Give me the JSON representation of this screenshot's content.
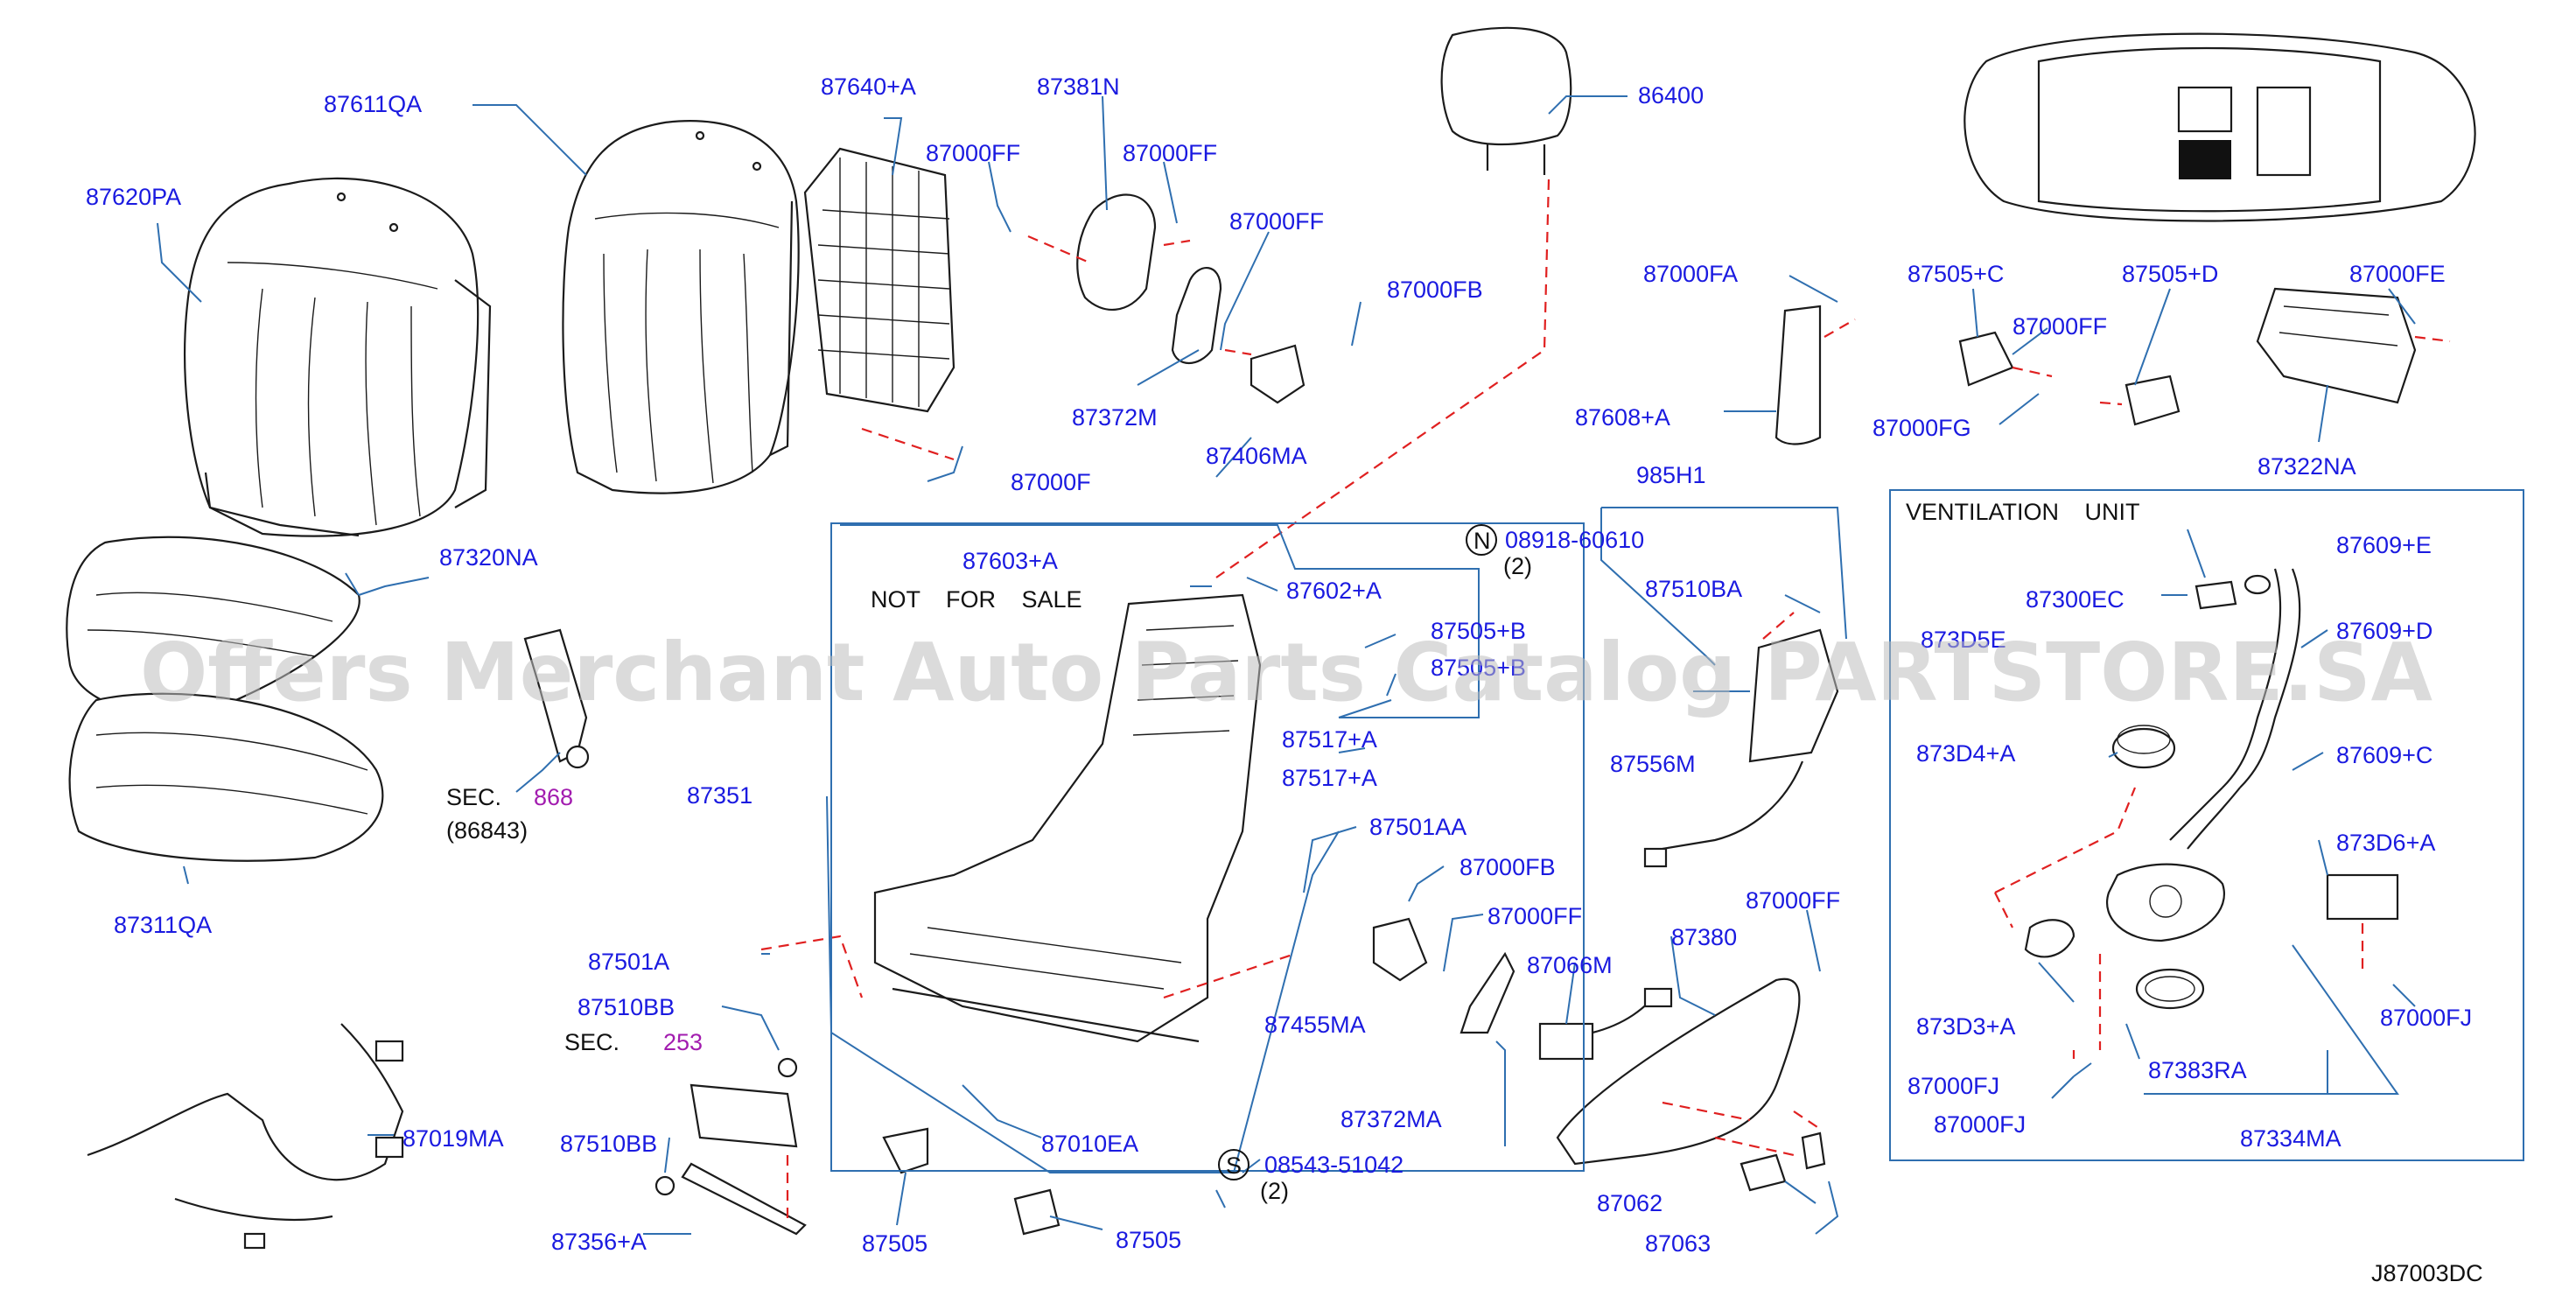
{
  "diagram_id": "J87003DC",
  "watermark": "Offers Merchant Auto Parts Catalog PARTSTORE.SA",
  "notes": {
    "not_for_sale": "NOT FOR SALE",
    "ventilation_unit": "VENTILATION UNIT",
    "sec_label": "SEC.",
    "sec_868": "868",
    "sec_868_sub": "(86843)",
    "sec_253": "253",
    "n_symbol": "N",
    "s_symbol": "S",
    "qty_n": "(2)",
    "qty_s": "(2)"
  },
  "labels": {
    "l87611QA": "87611QA",
    "l87620PA": "87620PA",
    "l87640A": "87640+A",
    "l87381N": "87381N",
    "l87000FF_a": "87000FF",
    "l87000FF_b": "87000FF",
    "l87000FF_c": "87000FF",
    "l87000FB_a": "87000FB",
    "l87372M": "87372M",
    "l87406MA": "87406MA",
    "l87000F": "87000F",
    "l86400": "86400",
    "l87000FA": "87000FA",
    "l87505C": "87505+C",
    "l87505D": "87505+D",
    "l87000FE": "87000FE",
    "l87000FF_d": "87000FF",
    "l87608A": "87608+A",
    "l87000FG": "87000FG",
    "l87322NA": "87322NA",
    "l985H1": "985H1",
    "l87320NA": "87320NA",
    "l08918": "08918-60610",
    "l87603A": "87603+A",
    "l87602A": "87602+A",
    "l87510BA": "87510BA",
    "l87505B": "87505+B",
    "l87505B2": "87505+B",
    "l87517A_a": "87517+A",
    "l87517A_b": "87517+A",
    "l87556M": "87556M",
    "l87351": "87351",
    "l87311QA": "87311QA",
    "l87501AA": "87501AA",
    "l87000FB_b": "87000FB",
    "l87000FF_e": "87000FF",
    "l87066M": "87066M",
    "l87380": "87380",
    "l87000FF_f": "87000FF",
    "l87501A": "87501A",
    "l87455MA": "87455MA",
    "l87510BB_a": "87510BB",
    "l87372MA": "87372MA",
    "l87019MA": "87019MA",
    "l87510BB_b": "87510BB",
    "l87010EA": "87010EA",
    "l08543": "08543-51042",
    "l87062": "87062",
    "l87356A": "87356+A",
    "l87505_a": "87505",
    "l87505_b": "87505",
    "l87063": "87063",
    "l87609E": "87609+E",
    "l87300EC": "87300EC",
    "l873D5E": "873D5E",
    "l87609D": "87609+D",
    "l873D4A": "873D4+A",
    "l87609C": "87609+C",
    "l873D6A": "873D6+A",
    "l873D3A": "873D3+A",
    "l87000FJ_a": "87000FJ",
    "l87000FJ_b": "87000FJ",
    "l87000FJ_c": "87000FJ",
    "l87383RA": "87383RA",
    "l87334MA": "87334MA"
  },
  "colors": {
    "label": "#1a1ae0",
    "leader": "#2f6fb0",
    "dashed": "#e02020",
    "section_ref": "#a21caf",
    "outline": "#1b1b1b"
  }
}
